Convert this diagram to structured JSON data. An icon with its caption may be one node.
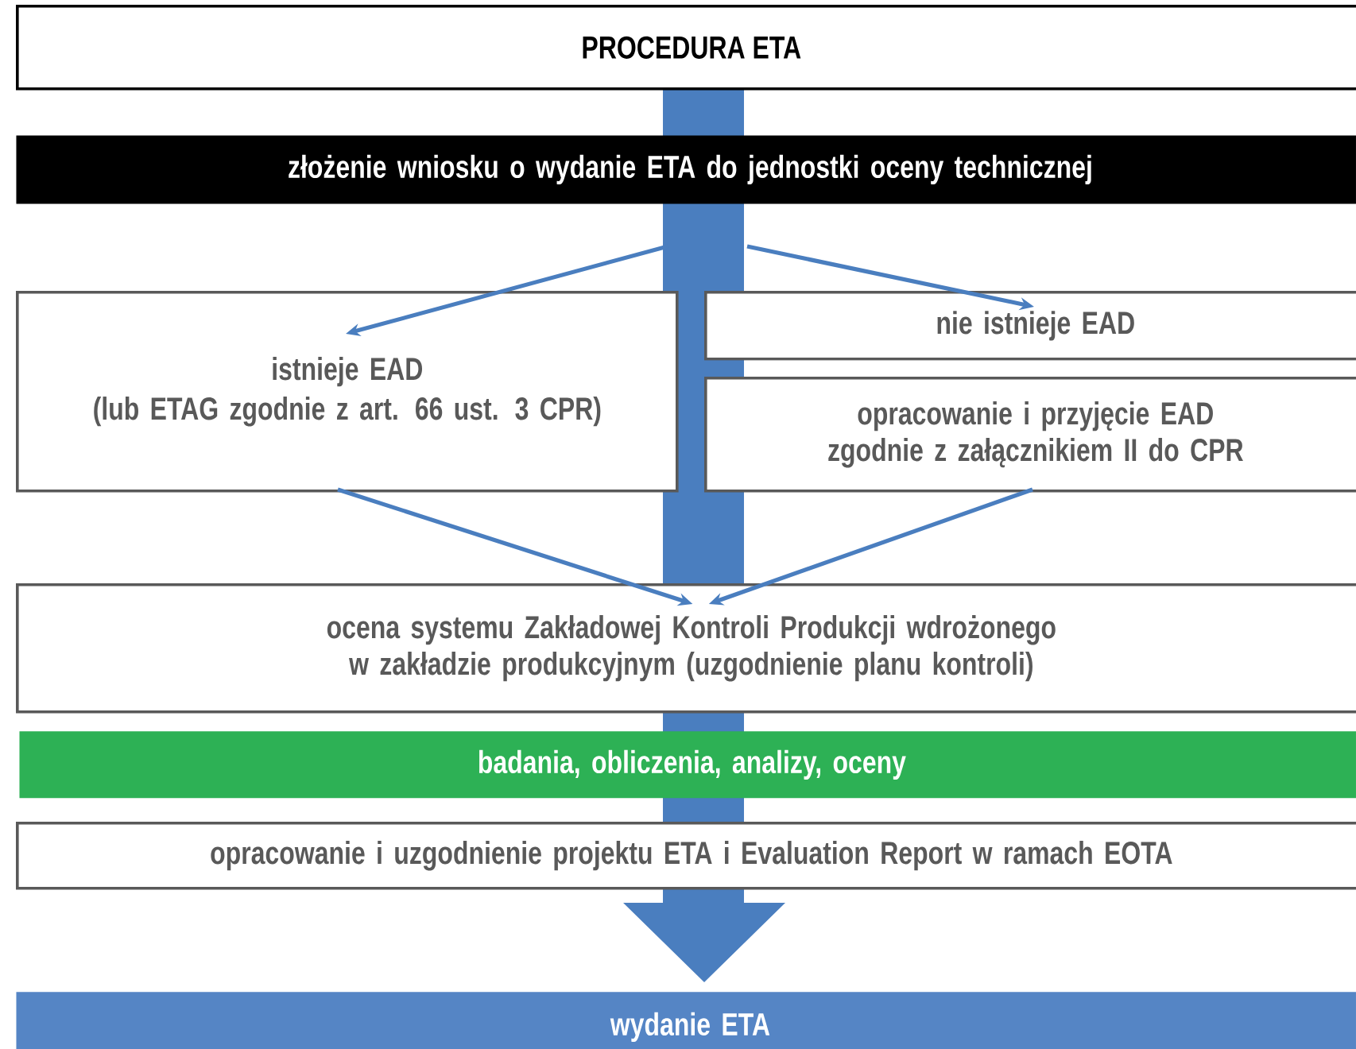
{
  "diagram": {
    "title": "PROCEDURA ETA",
    "nodes": [
      {
        "text": [
          "złożenie wniosku o wydanie ETA do jednostki oceny technicznej"
        ]
      },
      {
        "text": [
          "istnieje EAD",
          "(lub ETAG zgodnie z art. 66 ust. 3 CPR)"
        ]
      },
      {
        "text": [
          "nie istnieje EAD"
        ]
      },
      {
        "text": [
          "opracowanie i przyjęcie EAD zgodnie z załącznikiem II do CPR"
        ]
      },
      {
        "text": [
          "ocena systemu Zakładowej Kontroli Produkcji wdrożonego w zakładzie produkcyjnym (uzgodnienie planu kontroli)"
        ]
      },
      {
        "text": [
          "badania, obliczenia, analizy, oceny"
        ]
      },
      {
        "text": [
          "opracowanie i uzgodnienie projektu ETA i Evaluation Report w ramach EOTA"
        ]
      },
      {
        "text": [
          "wydanie ETA"
        ]
      }
    ],
    "edges": [
      {
        "from": 0,
        "to": 1,
        "arrow": "to"
      },
      {
        "from": 0,
        "to": 2,
        "arrow": "to"
      },
      {
        "from": 1,
        "to": 4,
        "arrow": "to"
      },
      {
        "from": 3,
        "to": 4,
        "arrow": "to"
      },
      {
        "from": 0,
        "to": 7,
        "arrow": "to",
        "style": "thick"
      }
    ]
  }
}
